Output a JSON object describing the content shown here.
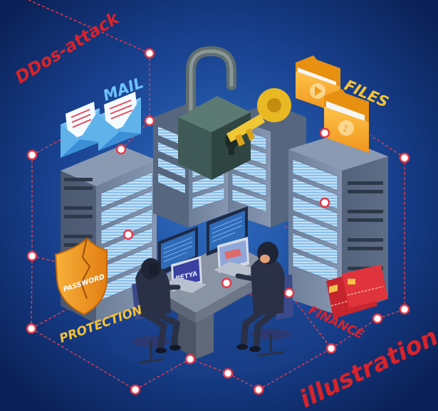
{
  "labels": {
    "ddos": "DDos-attack",
    "mail": "MAIL",
    "files": "FILES",
    "password": "PASSWORD",
    "protection": "PROTECTION",
    "finance": "FINANCE",
    "illustration": "illustration",
    "laptop_screen": "PETYA"
  },
  "colors": {
    "background_center": "#2f6fc4",
    "background_edge": "#0b2258",
    "red_label": "#d8232a",
    "yellow_label": "#f6c234",
    "light_blue_label": "#6fc3ff",
    "node_ring": "#e23a4a",
    "dash_line": "#e04050",
    "server_dark": "#3d4a5e",
    "server_light": "#5b6b82",
    "server_panel": "#9cc8ec",
    "padlock_body": "#3f5a56",
    "padlock_shackle": "#6c7a7a",
    "key": "#e8b923",
    "folder": "#f4a520",
    "envelope": "#5fb3ea",
    "shield": "#f39a1e",
    "card_red": "#d62a33",
    "desk_top": "#7d8898",
    "hacker_suit": "#2a3146",
    "chair": "#3a4a8a"
  },
  "icons": [
    "server-rack-icon",
    "padlock-icon",
    "key-icon",
    "folder-icon",
    "envelope-icon",
    "shield-icon",
    "credit-card-icon",
    "monitor-icon",
    "laptop-icon",
    "hacker-figure",
    "office-chair-icon"
  ]
}
